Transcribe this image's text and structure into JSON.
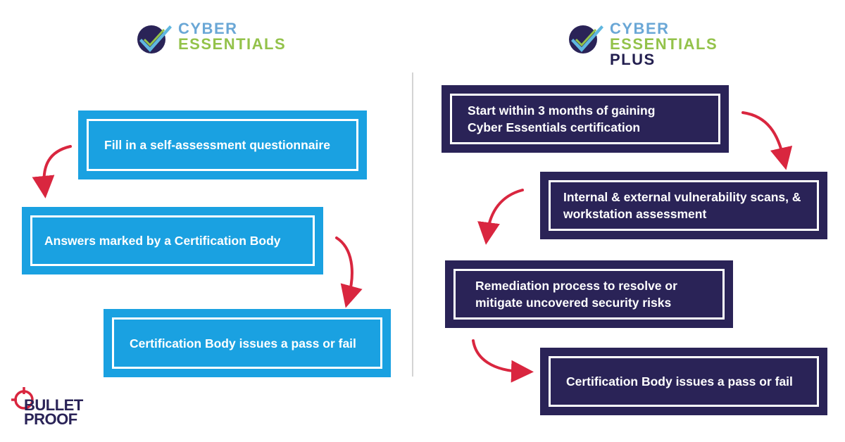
{
  "left_logo": {
    "line1": "CYBER",
    "line2": "ESSENTIALS",
    "icon": "checkmark-shield-icon"
  },
  "right_logo": {
    "line1": "CYBER",
    "line2": "ESSENTIALS",
    "line3": "PLUS",
    "icon": "checkmark-shield-icon"
  },
  "left_steps": [
    "Fill in a self-assessment questionnaire",
    "Answers marked by a Certification Body",
    "Certification Body issues a pass or fail"
  ],
  "right_steps": [
    "Start within 3 months of gaining Cyber Essentials certification",
    "Internal & external vulnerability scans, & workstation assessment",
    "Remediation process to resolve or mitigate uncovered security risks",
    "Certification Body issues a pass or fail"
  ],
  "brand": {
    "line1": "BULLET",
    "line2": "PROOF",
    "icon": "crosshair-icon"
  },
  "colors": {
    "step_blue": "#1aa1e1",
    "step_navy": "#2a2357",
    "arrow_red": "#d9263f",
    "logo_blue": "#6aa7d6",
    "logo_green": "#93c24a"
  }
}
